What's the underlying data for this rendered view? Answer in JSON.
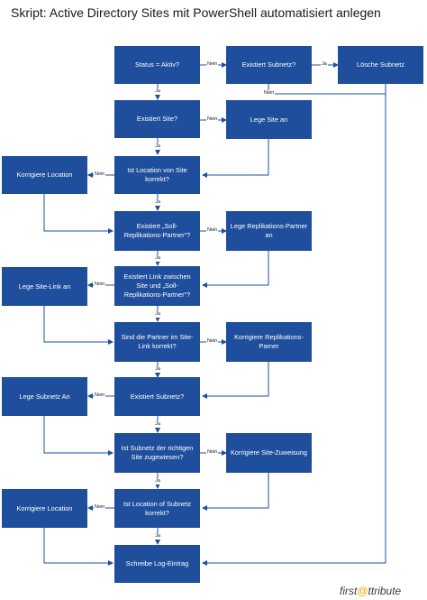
{
  "title": "Skript: Active Directory Sites mit PowerShell automatisiert anlegen",
  "edge_labels": {
    "ja": "Ja",
    "nein": "Nein"
  },
  "nodes": {
    "status_aktiv": "Status = Aktiv?",
    "existiert_subnetz_1": "Existiert Subnetz?",
    "loesche_subnetz": "Lösche Subnetz",
    "existiert_site": "Existiert Site?",
    "lege_site_an": "Lege Site an",
    "korrigiere_location_1": "Korrigiere Location",
    "ist_location_site": "Ist Location von Site korrekt?",
    "existiert_soll_partner": "Existiert „Soll-Replikations-Partner“?",
    "lege_replikations_partner": "Lege Replikations-Partner an",
    "lege_site_link": "Lege Site-Link an",
    "existiert_link": "Existiert Link zwischen Site und „Soll-Replikations-Partner“?",
    "sind_partner_korrekt": "Sind die Partner im Site-Link korrekt?",
    "korrigiere_replikations_partner": "Korrigiere Replikations-Parner",
    "lege_subnetz": "Lege Subnetz An",
    "existiert_subnetz_2": "Existiert Subnetz?",
    "ist_subnetz_zugewiesen": "Ist Subnetz der richtigen Site zugewiesen?",
    "korrigiere_site_zuweisung": "Korrigiere Site-Zuweisung",
    "korrigiere_location_2": "Korrigiere Location",
    "ist_location_subnetz": "Ist Location of Subnetz korrekt?",
    "schreibe_log": "Schreibe Log-Eintrag"
  },
  "logo": {
    "part1": "first",
    "at": "@",
    "part2": "ttribute"
  },
  "colors": {
    "box": "#1f4e9c",
    "line": "#1f4e9c",
    "text": "#ffffff"
  }
}
